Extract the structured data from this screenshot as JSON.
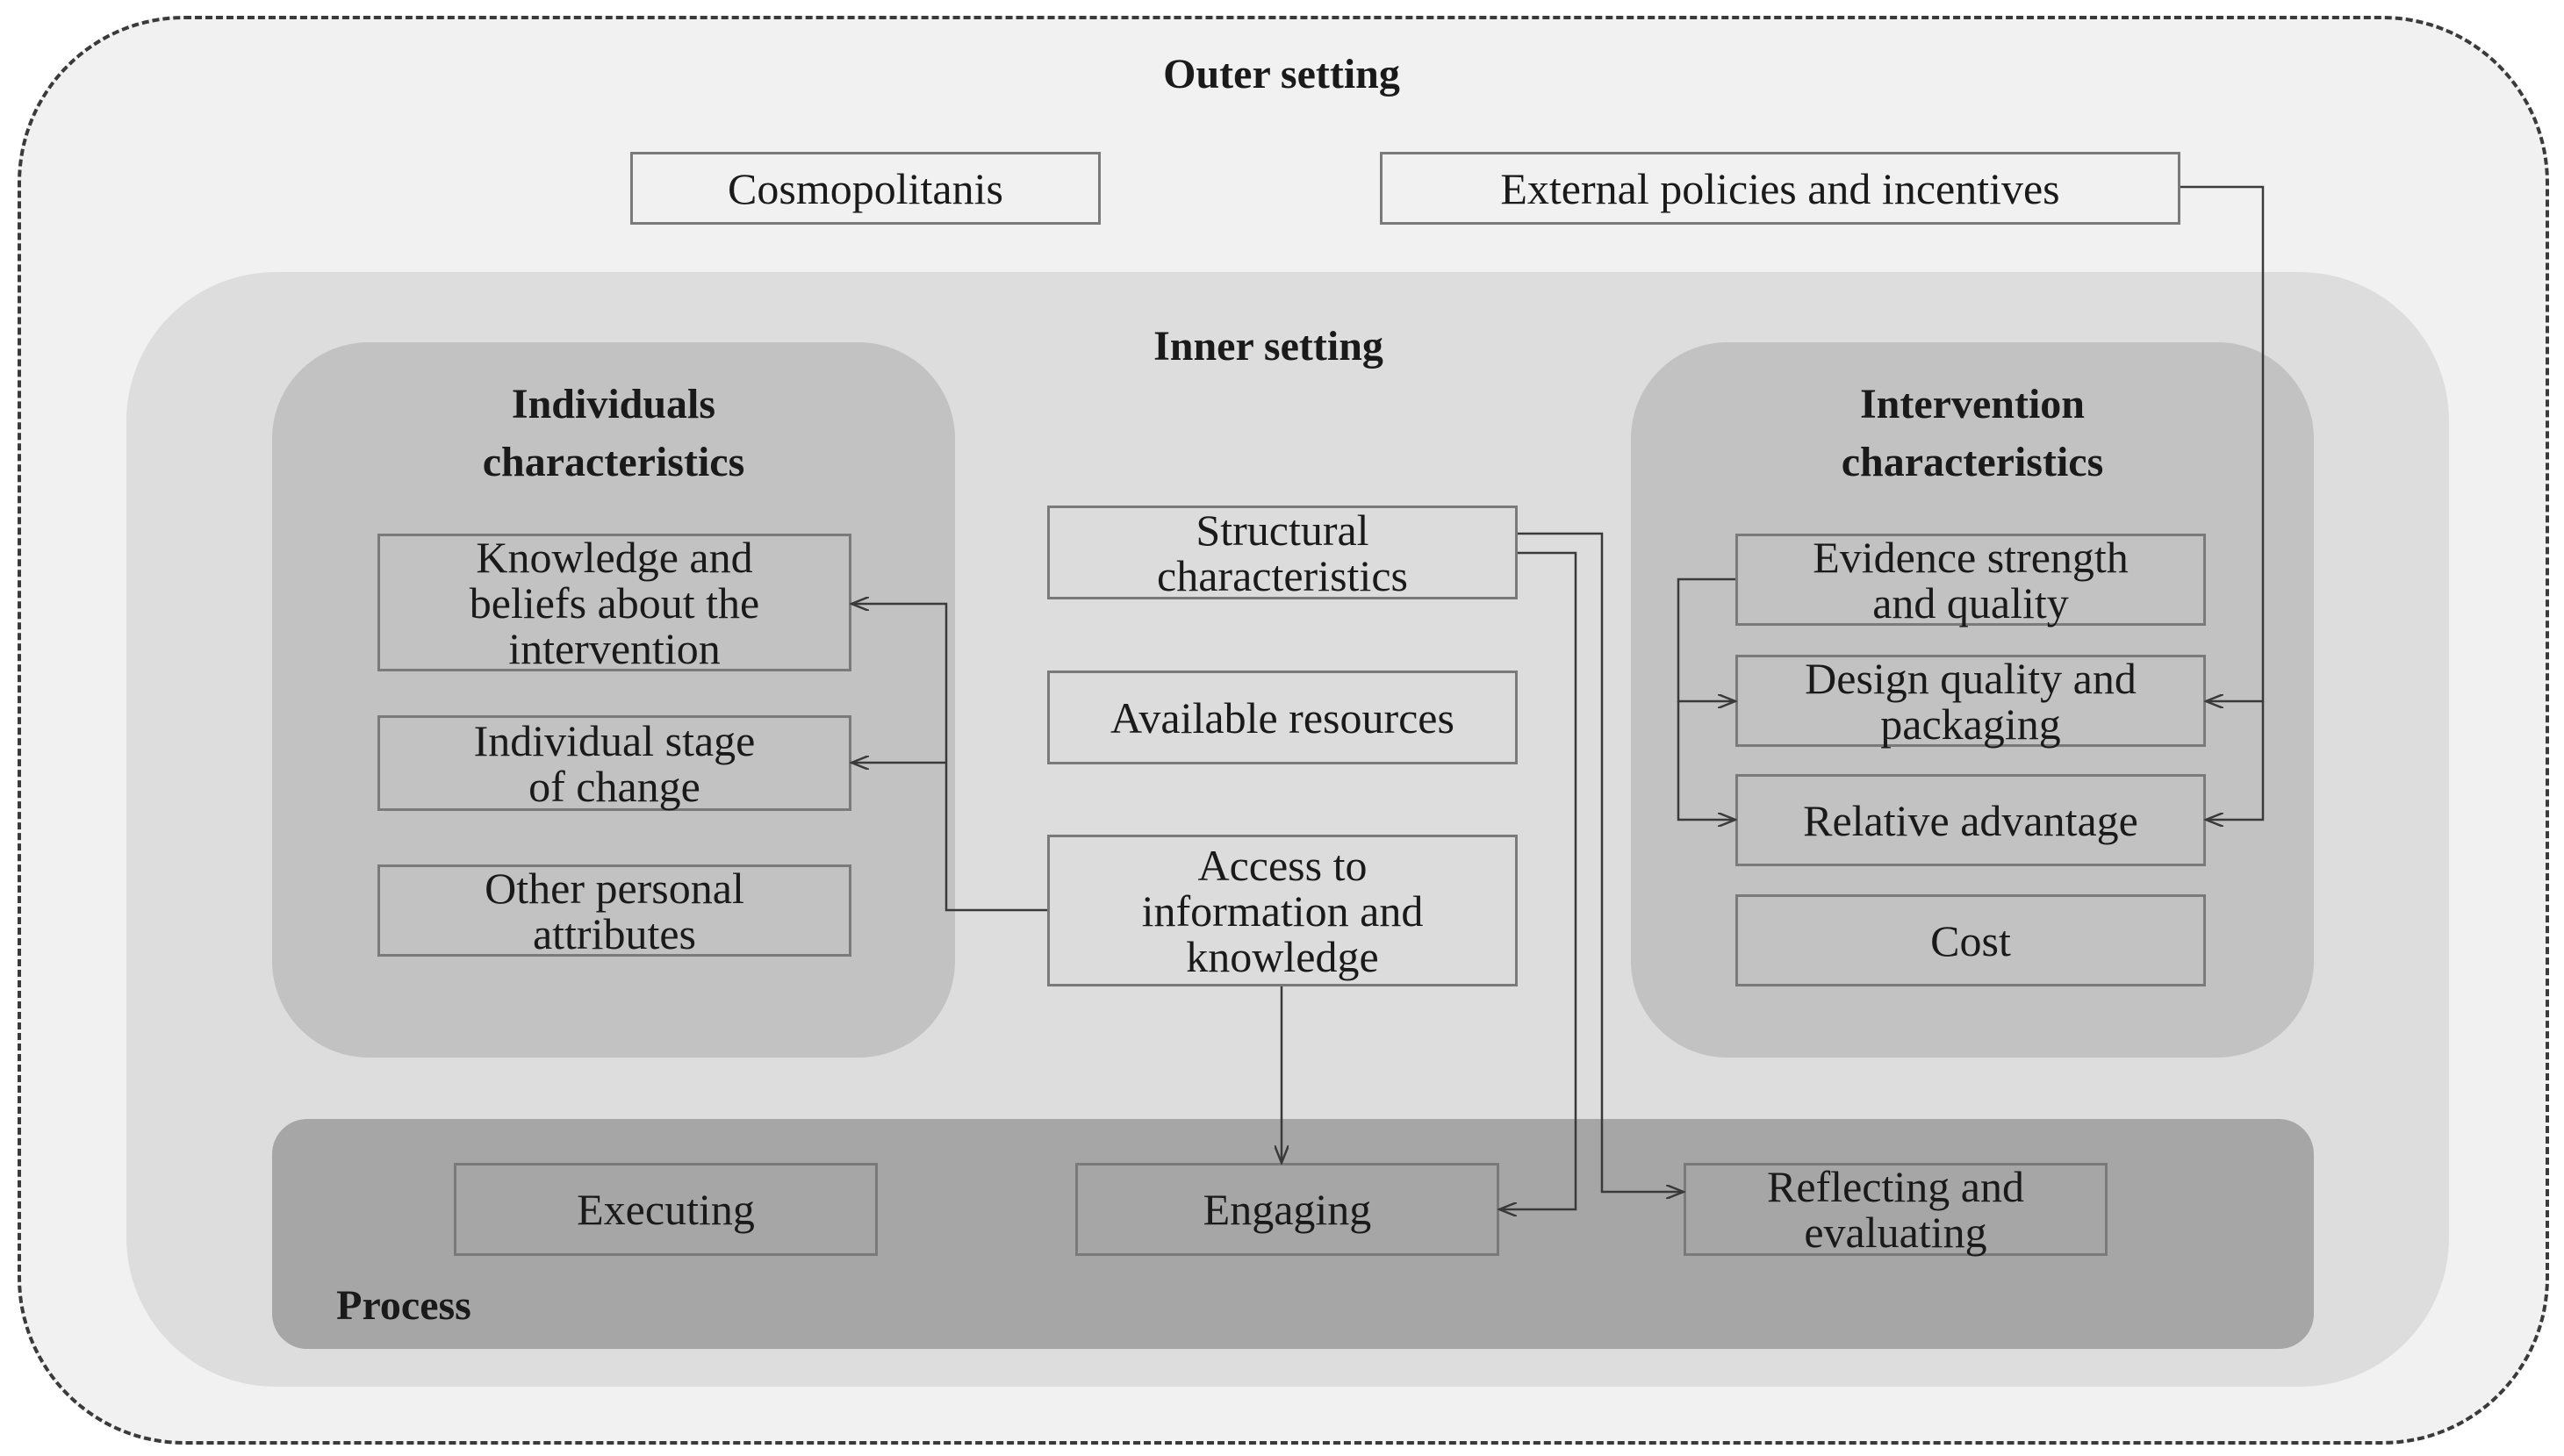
{
  "outer_setting": {
    "title": "Outer setting",
    "cosmopolitanis": "Cosmopolitanis",
    "external_policies": "External policies and incentives"
  },
  "inner_setting": {
    "title": "Inner setting",
    "structural": "Structural\ncharacteristics",
    "available_resources": "Available resources",
    "access_info": "Access to\ninformation and\nknowledge"
  },
  "individuals": {
    "title": "Individuals\ncharacteristics",
    "knowledge_beliefs": "Knowledge and\nbeliefs about the\nintervention",
    "stage_of_change": "Individual stage\nof change",
    "personal_attributes": "Other personal\nattributes"
  },
  "intervention": {
    "title": "Intervention\ncharacteristics",
    "evidence": "Evidence strength\nand quality",
    "design": "Design quality and\npackaging",
    "relative_advantage": "Relative advantage",
    "cost": "Cost"
  },
  "process": {
    "title": "Process",
    "executing": "Executing",
    "engaging": "Engaging",
    "reflecting": "Reflecting and\nevaluating"
  },
  "colors": {
    "outer_fill": "#f1f1f1",
    "inner_fill": "#dddddd",
    "domain_fill": "#c2c2c2",
    "process_fill": "#a6a6a6",
    "line": "#3a3a3a"
  }
}
